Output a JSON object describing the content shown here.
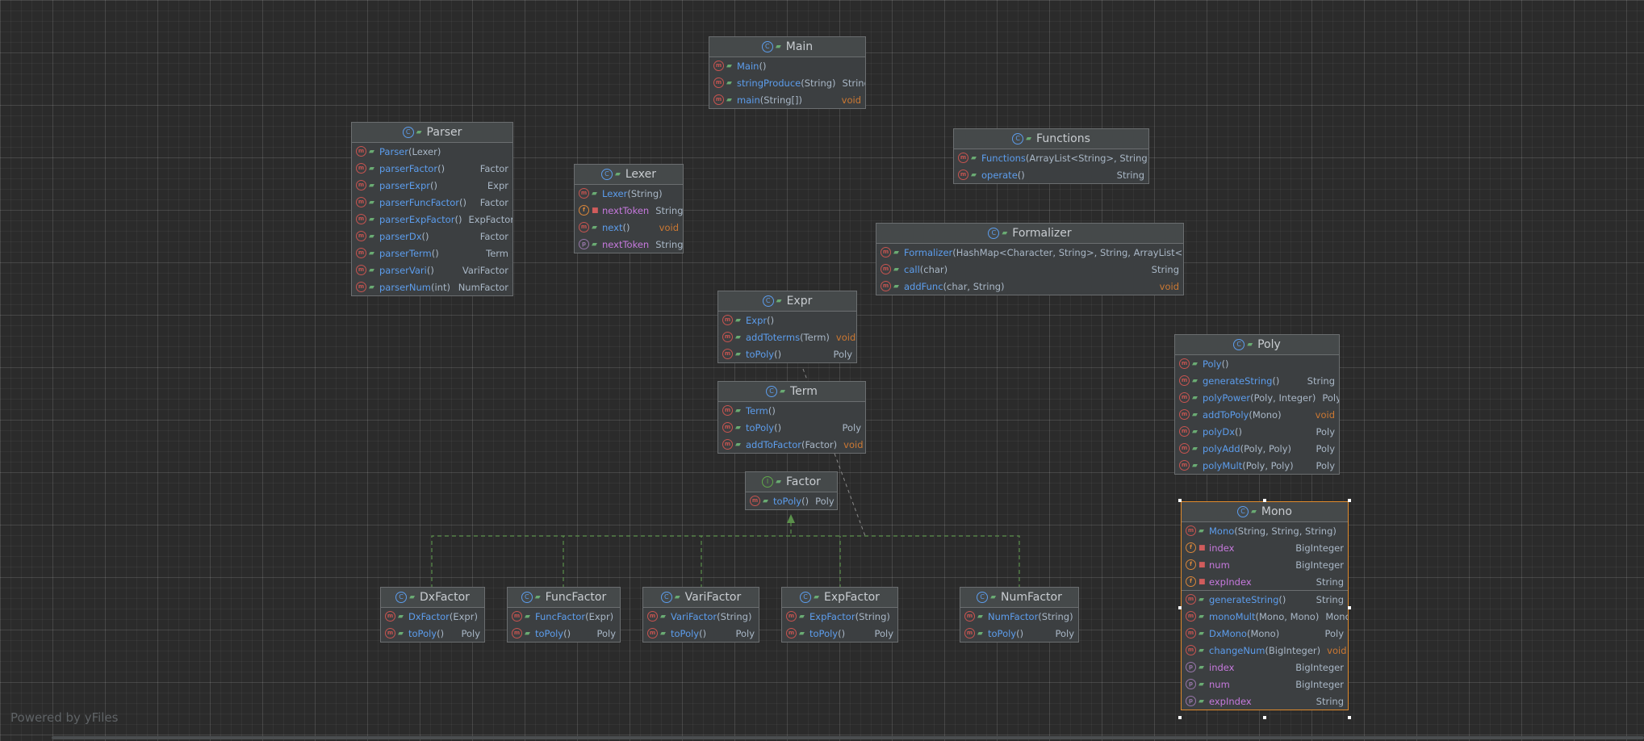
{
  "watermark": "Powered by yFiles",
  "nodes": {
    "main": {
      "name": "Main",
      "rows": [
        {
          "b": "m",
          "name": "Main",
          "params": "()",
          "ret": ""
        },
        {
          "b": "m",
          "name": "stringProduce",
          "params": "(String)",
          "ret": "String"
        },
        {
          "b": "m",
          "name": "main",
          "params": "(String[])",
          "ret": "void"
        }
      ]
    },
    "parser": {
      "name": "Parser",
      "rows": [
        {
          "b": "m",
          "name": "Parser",
          "params": "(Lexer)",
          "ret": ""
        },
        {
          "b": "m",
          "name": "parserFactor",
          "params": "()",
          "ret": "Factor"
        },
        {
          "b": "m",
          "name": "parserExpr",
          "params": "()",
          "ret": "Expr"
        },
        {
          "b": "m",
          "name": "parserFuncFactor",
          "params": "()",
          "ret": "Factor"
        },
        {
          "b": "m",
          "name": "parserExpFactor",
          "params": "()",
          "ret": "ExpFactor"
        },
        {
          "b": "m",
          "name": "parserDx",
          "params": "()",
          "ret": "Factor"
        },
        {
          "b": "m",
          "name": "parserTerm",
          "params": "()",
          "ret": "Term"
        },
        {
          "b": "m",
          "name": "parserVari",
          "params": "()",
          "ret": "VariFactor"
        },
        {
          "b": "m",
          "name": "parserNum",
          "params": "(int)",
          "ret": "NumFactor"
        }
      ]
    },
    "lexer": {
      "name": "Lexer",
      "rows": [
        {
          "b": "m",
          "name": "Lexer",
          "params": "(String)",
          "ret": ""
        },
        {
          "b": "f",
          "name": "nextToken",
          "params": "",
          "ret": "String"
        },
        {
          "b": "m",
          "name": "next",
          "params": "()",
          "ret": "void"
        },
        {
          "b": "p",
          "name": "nextToken",
          "params": "",
          "ret": "String"
        }
      ]
    },
    "functions": {
      "name": "Functions",
      "rows": [
        {
          "b": "m",
          "name": "Functions",
          "params": "(ArrayList<String>, String)",
          "ret": ""
        },
        {
          "b": "m",
          "name": "operate",
          "params": "()",
          "ret": "String"
        }
      ]
    },
    "formalizer": {
      "name": "Formalizer",
      "rows": [
        {
          "b": "m",
          "name": "Formalizer",
          "params": "(HashMap<Character, String>, String, ArrayList<Char",
          "ret": ""
        },
        {
          "b": "m",
          "name": "call",
          "params": "(char)",
          "ret": "String"
        },
        {
          "b": "m",
          "name": "addFunc",
          "params": "(char, String)",
          "ret": "void"
        }
      ]
    },
    "expr": {
      "name": "Expr",
      "rows": [
        {
          "b": "m",
          "name": "Expr",
          "params": "()",
          "ret": ""
        },
        {
          "b": "m",
          "name": "addToterms",
          "params": "(Term)",
          "ret": "void"
        },
        {
          "b": "m",
          "name": "toPoly",
          "params": "()",
          "ret": "Poly"
        }
      ]
    },
    "term": {
      "name": "Term",
      "rows": [
        {
          "b": "m",
          "name": "Term",
          "params": "()",
          "ret": ""
        },
        {
          "b": "m",
          "name": "toPoly",
          "params": "()",
          "ret": "Poly"
        },
        {
          "b": "m",
          "name": "addToFactor",
          "params": "(Factor)",
          "ret": "void"
        }
      ]
    },
    "factor": {
      "name": "Factor",
      "rows": [
        {
          "b": "m",
          "name": "toPoly",
          "params": "()",
          "ret": "Poly"
        }
      ]
    },
    "poly": {
      "name": "Poly",
      "rows": [
        {
          "b": "m",
          "name": "Poly",
          "params": "()",
          "ret": ""
        },
        {
          "b": "m",
          "name": "generateString",
          "params": "()",
          "ret": "String"
        },
        {
          "b": "m",
          "name": "polyPower",
          "params": "(Poly, Integer)",
          "ret": "Poly"
        },
        {
          "b": "m",
          "name": "addToPoly",
          "params": "(Mono)",
          "ret": "void"
        },
        {
          "b": "m",
          "name": "polyDx",
          "params": "()",
          "ret": "Poly"
        },
        {
          "b": "m",
          "name": "polyAdd",
          "params": "(Poly, Poly)",
          "ret": "Poly"
        },
        {
          "b": "m",
          "name": "polyMult",
          "params": "(Poly, Poly)",
          "ret": "Poly"
        }
      ]
    },
    "mono": {
      "name": "Mono",
      "rows": [
        {
          "b": "m",
          "name": "Mono",
          "params": "(String, String, String)",
          "ret": ""
        },
        {
          "b": "f",
          "name": "index",
          "params": "",
          "ret": "BigInteger"
        },
        {
          "b": "f",
          "name": "num",
          "params": "",
          "ret": "BigInteger"
        },
        {
          "b": "f",
          "name": "expIndex",
          "params": "",
          "ret": "String"
        },
        {
          "b": "m",
          "name": "generateString",
          "params": "()",
          "ret": "String"
        },
        {
          "b": "m",
          "name": "monoMult",
          "params": "(Mono, Mono)",
          "ret": "Mono"
        },
        {
          "b": "m",
          "name": "DxMono",
          "params": "(Mono)",
          "ret": "Poly"
        },
        {
          "b": "m",
          "name": "changeNum",
          "params": "(BigInteger)",
          "ret": "void"
        },
        {
          "b": "p",
          "name": "index",
          "params": "",
          "ret": "BigInteger"
        },
        {
          "b": "p",
          "name": "num",
          "params": "",
          "ret": "BigInteger"
        },
        {
          "b": "p",
          "name": "expIndex",
          "params": "",
          "ret": "String"
        }
      ]
    },
    "dxfactor": {
      "name": "DxFactor",
      "rows": [
        {
          "b": "m",
          "name": "DxFactor",
          "params": "(Expr)",
          "ret": ""
        },
        {
          "b": "m",
          "name": "toPoly",
          "params": "()",
          "ret": "Poly"
        }
      ]
    },
    "funcfactor": {
      "name": "FuncFactor",
      "rows": [
        {
          "b": "m",
          "name": "FuncFactor",
          "params": "(Expr)",
          "ret": ""
        },
        {
          "b": "m",
          "name": "toPoly",
          "params": "()",
          "ret": "Poly"
        }
      ]
    },
    "varifactor": {
      "name": "VariFactor",
      "rows": [
        {
          "b": "m",
          "name": "VariFactor",
          "params": "(String)",
          "ret": ""
        },
        {
          "b": "m",
          "name": "toPoly",
          "params": "()",
          "ret": "Poly"
        }
      ]
    },
    "expfactor": {
      "name": "ExpFactor",
      "rows": [
        {
          "b": "m",
          "name": "ExpFactor",
          "params": "(String)",
          "ret": ""
        },
        {
          "b": "m",
          "name": "toPoly",
          "params": "()",
          "ret": "Poly"
        }
      ]
    },
    "numfactor": {
      "name": "NumFactor",
      "rows": [
        {
          "b": "m",
          "name": "NumFactor",
          "params": "(String)",
          "ret": ""
        },
        {
          "b": "m",
          "name": "toPoly",
          "params": "()",
          "ret": "Poly"
        }
      ]
    }
  }
}
